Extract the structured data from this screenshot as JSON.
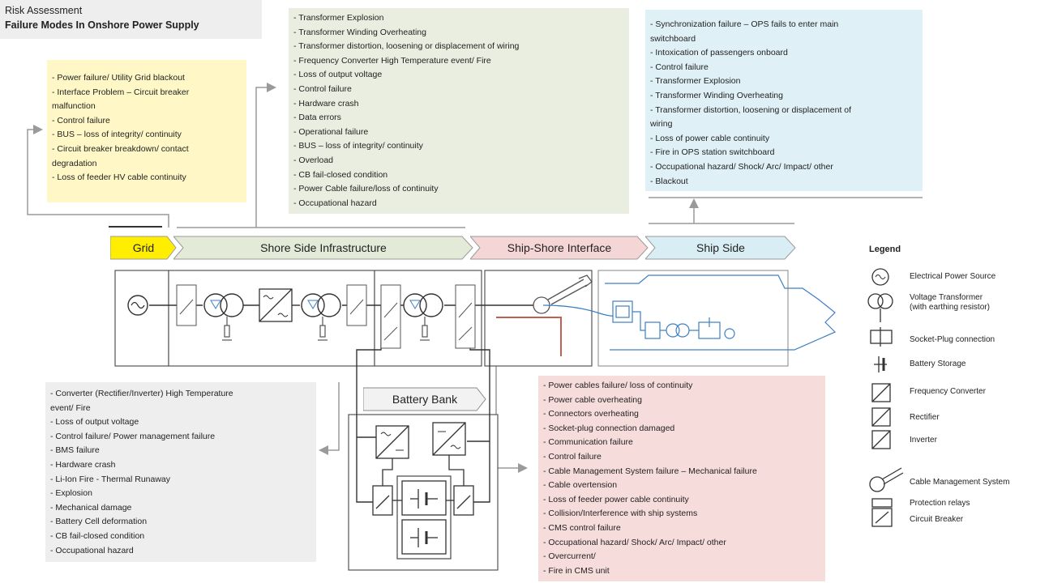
{
  "header": {
    "subtitle": "Risk Assessment",
    "title": "Failure Modes In Onshore Power Supply"
  },
  "boxes": {
    "grid_failures": [
      "- Power failure/ Utility Grid blackout",
      "- Interface Problem – Circuit breaker",
      "malfunction",
      "- Control failure",
      "- BUS – loss of integrity/ continuity",
      "- Circuit breaker breakdown/ contact",
      "degradation",
      "- Loss of feeder HV cable continuity"
    ],
    "shore_failures": [
      "- Transformer Explosion",
      "- Transformer Winding Overheating",
      "- Transformer distortion, loosening or displacement of wiring",
      "- Frequency Converter High Temperature event/ Fire",
      "- Loss of output voltage",
      "- Control failure",
      "- Hardware crash",
      "- Data errors",
      "- Operational failure",
      "- BUS – loss of integrity/ continuity",
      "- Overload",
      "- CB fail-closed condition",
      "- Power Cable failure/loss of continuity",
      "- Occupational hazard"
    ],
    "ship_failures": [
      "- Synchronization failure – OPS fails to enter main",
      "switchboard",
      "- Intoxication of passengers onboard",
      "- Control failure",
      "- Transformer Explosion",
      "- Transformer Winding Overheating",
      "- Transformer distortion, loosening or displacement of",
      "wiring",
      "- Loss of power cable continuity",
      "- Fire in OPS station switchboard",
      "- Occupational hazard/ Shock/ Arc/ Impact/ other",
      "- Blackout"
    ],
    "battery_failures": [
      "- Converter (Rectifier/Inverter) High Temperature",
      "event/ Fire",
      "- Loss of output voltage",
      "- Control failure/ Power management failure",
      "- BMS failure",
      "- Hardware crash",
      "- Li-Ion Fire - Thermal Runaway",
      "- Explosion",
      "- Mechanical damage",
      "- Battery Cell deformation",
      "- CB fail-closed condition",
      "- Occupational hazard"
    ],
    "interface_failures": [
      "- Power cables failure/ loss of continuity",
      "- Power cable overheating",
      "- Connectors overheating",
      "- Socket-plug connection damaged",
      "- Communication failure",
      "- Control failure",
      "- Cable Management System failure – Mechanical failure",
      "- Cable overtension",
      "- Loss of feeder power cable continuity",
      "- Collision/Interference with ship systems",
      "- CMS control failure",
      "- Occupational hazard/ Shock/ Arc/ Impact/ other",
      "- Overcurrent/",
      "- Fire in CMS unit"
    ]
  },
  "stages": {
    "grid": "Grid",
    "shore": "Shore Side Infrastructure",
    "interface": "Ship-Shore Interface",
    "ship": "Ship Side",
    "battery": "Battery Bank"
  },
  "legend": {
    "title": "Legend",
    "items": [
      {
        "icon": "power-source-icon",
        "label": "Electrical Power Source"
      },
      {
        "icon": "transformer-icon",
        "label": "Voltage Transformer\n(with earthing resistor)"
      },
      {
        "icon": "socket-plug-icon",
        "label": "Socket-Plug connection"
      },
      {
        "icon": "battery-icon",
        "label": "Battery Storage"
      },
      {
        "icon": "frequency-converter-icon",
        "label": "Frequency Converter"
      },
      {
        "icon": "rectifier-icon",
        "label": "Rectifier"
      },
      {
        "icon": "inverter-icon",
        "label": "Inverter"
      },
      {
        "icon": "cable-management-icon",
        "label": "Cable Management System"
      },
      {
        "icon": "protection-relay-icon",
        "label": "Protection relays"
      },
      {
        "icon": "circuit-breaker-icon",
        "label": "Circuit Breaker"
      }
    ]
  },
  "colors": {
    "grid": "#ffee00",
    "shore": "#e4ead8",
    "interface": "#f5d6d6",
    "ship": "#d9edf4",
    "line": "#7a7a7a",
    "blue_line": "#3d7fc2"
  }
}
